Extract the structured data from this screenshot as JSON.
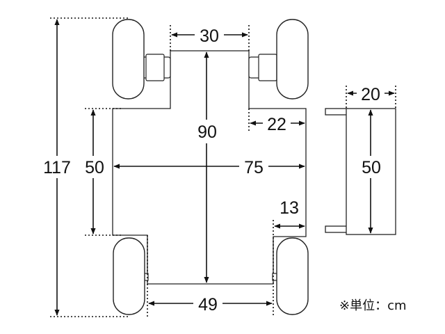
{
  "dimensions": {
    "overall_length": "117",
    "body_length": "50",
    "top_width": "30",
    "center_length": "90",
    "notch": "22",
    "body_width": "75",
    "offset": "13",
    "axle_width": "49",
    "side_width": "20",
    "side_height": "50"
  },
  "unit_note": "※単位：cm"
}
